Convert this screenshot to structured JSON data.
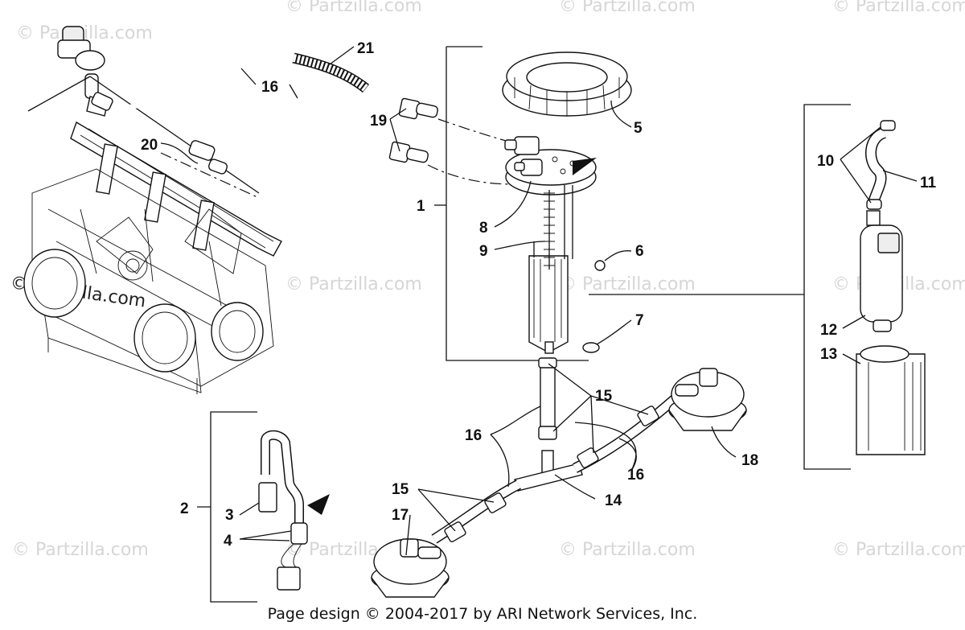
{
  "watermark": "© Partzilla.com",
  "watermark_dark": "© Partzilla.com",
  "footer": "Page design © 2004-2017 by ARI Network Services, Inc.",
  "callouts": {
    "c1": "1",
    "c2": "2",
    "c3": "3",
    "c4": "4",
    "c5": "5",
    "c6": "6",
    "c7": "7",
    "c8": "8",
    "c9": "9",
    "c10": "10",
    "c11": "11",
    "c12": "12",
    "c13": "13",
    "c14": "14",
    "c15a": "15",
    "c15b": "15",
    "c16a": "16",
    "c16b": "16",
    "c16c": "16",
    "c17": "17",
    "c18": "18",
    "c19": "19",
    "c20": "20",
    "c21": "21"
  }
}
